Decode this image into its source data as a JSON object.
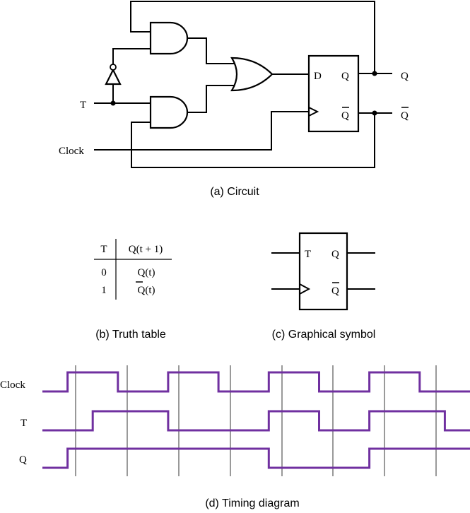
{
  "circuit": {
    "label_T": "T",
    "label_clock": "Clock",
    "label_D": "D",
    "label_Q_inner": "Q",
    "label_Qbar_inner": "Q",
    "label_Q_out": "Q",
    "label_Qbar_out": "Q",
    "caption": "(a) Circuit"
  },
  "truth_table": {
    "header_T": "T",
    "header_next": "Q(t + 1)",
    "rows": [
      {
        "t": "0",
        "q": "Q(t)"
      },
      {
        "t": "1",
        "q": "Q(t)"
      }
    ],
    "caption": "(b) Truth table"
  },
  "symbol": {
    "label_T": "T",
    "label_Q": "Q",
    "label_Qbar": "Q",
    "caption": "(c) Graphical symbol"
  },
  "timing": {
    "labels": {
      "clock": "Clock",
      "t": "T",
      "q": "Q"
    },
    "caption": "(d) Timing diagram",
    "wave_color": "#7030a0",
    "clock": [
      0,
      1,
      1,
      0,
      0,
      1,
      1,
      0,
      0,
      1,
      1,
      0,
      0,
      1,
      1,
      0,
      0
    ],
    "t_signal": [
      0,
      0,
      1,
      1,
      1,
      0,
      0,
      0,
      0,
      1,
      1,
      0,
      0,
      1,
      1,
      1,
      0
    ],
    "q": [
      0,
      1,
      1,
      1,
      1,
      1,
      1,
      1,
      1,
      0,
      0,
      0,
      0,
      1,
      1,
      1,
      1
    ]
  }
}
